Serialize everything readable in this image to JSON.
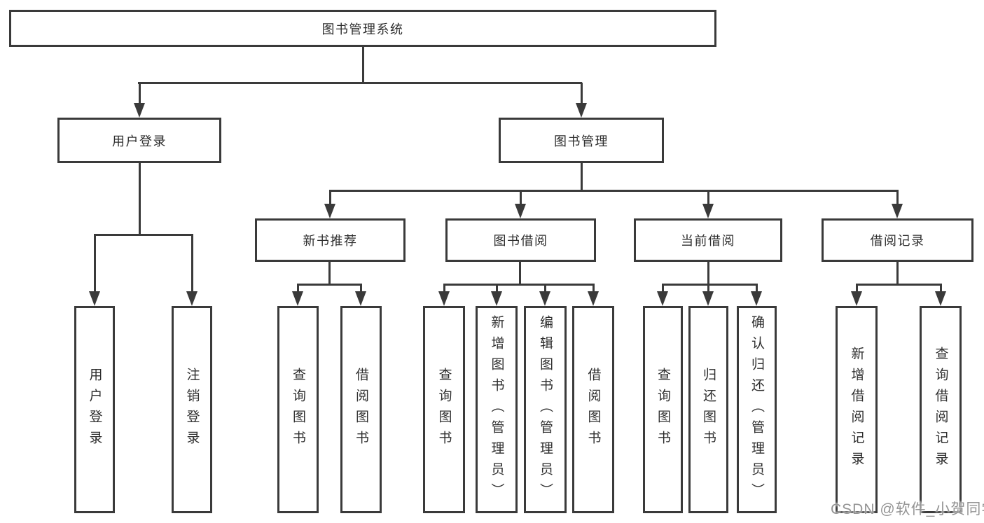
{
  "nodes": {
    "root": "图书管理系统",
    "l2": [
      "用户登录",
      "图书管理"
    ],
    "l3": [
      "新书推荐",
      "图书借阅",
      "当前借阅",
      "借阅记录"
    ],
    "leaves_user_login": [
      "用户登录",
      "注销登录"
    ],
    "leaves_new_book": [
      "查询图书",
      "借阅图书"
    ],
    "leaves_book_borrow": [
      "查询图书",
      "新增图书（管理员）",
      "编辑图书（管理员）",
      "借阅图书"
    ],
    "leaves_current_borrow": [
      "查询图书",
      "归还图书",
      "确认归还（管理员）"
    ],
    "leaves_borrow_records": [
      "新增借阅记录",
      "查询借阅记录"
    ]
  },
  "watermark": "CSDN @软件_小贺同学",
  "colors": {
    "line": "#3a3a3a",
    "text": "#2e2e2e",
    "background": "#ffffff",
    "watermark": "#949494"
  }
}
